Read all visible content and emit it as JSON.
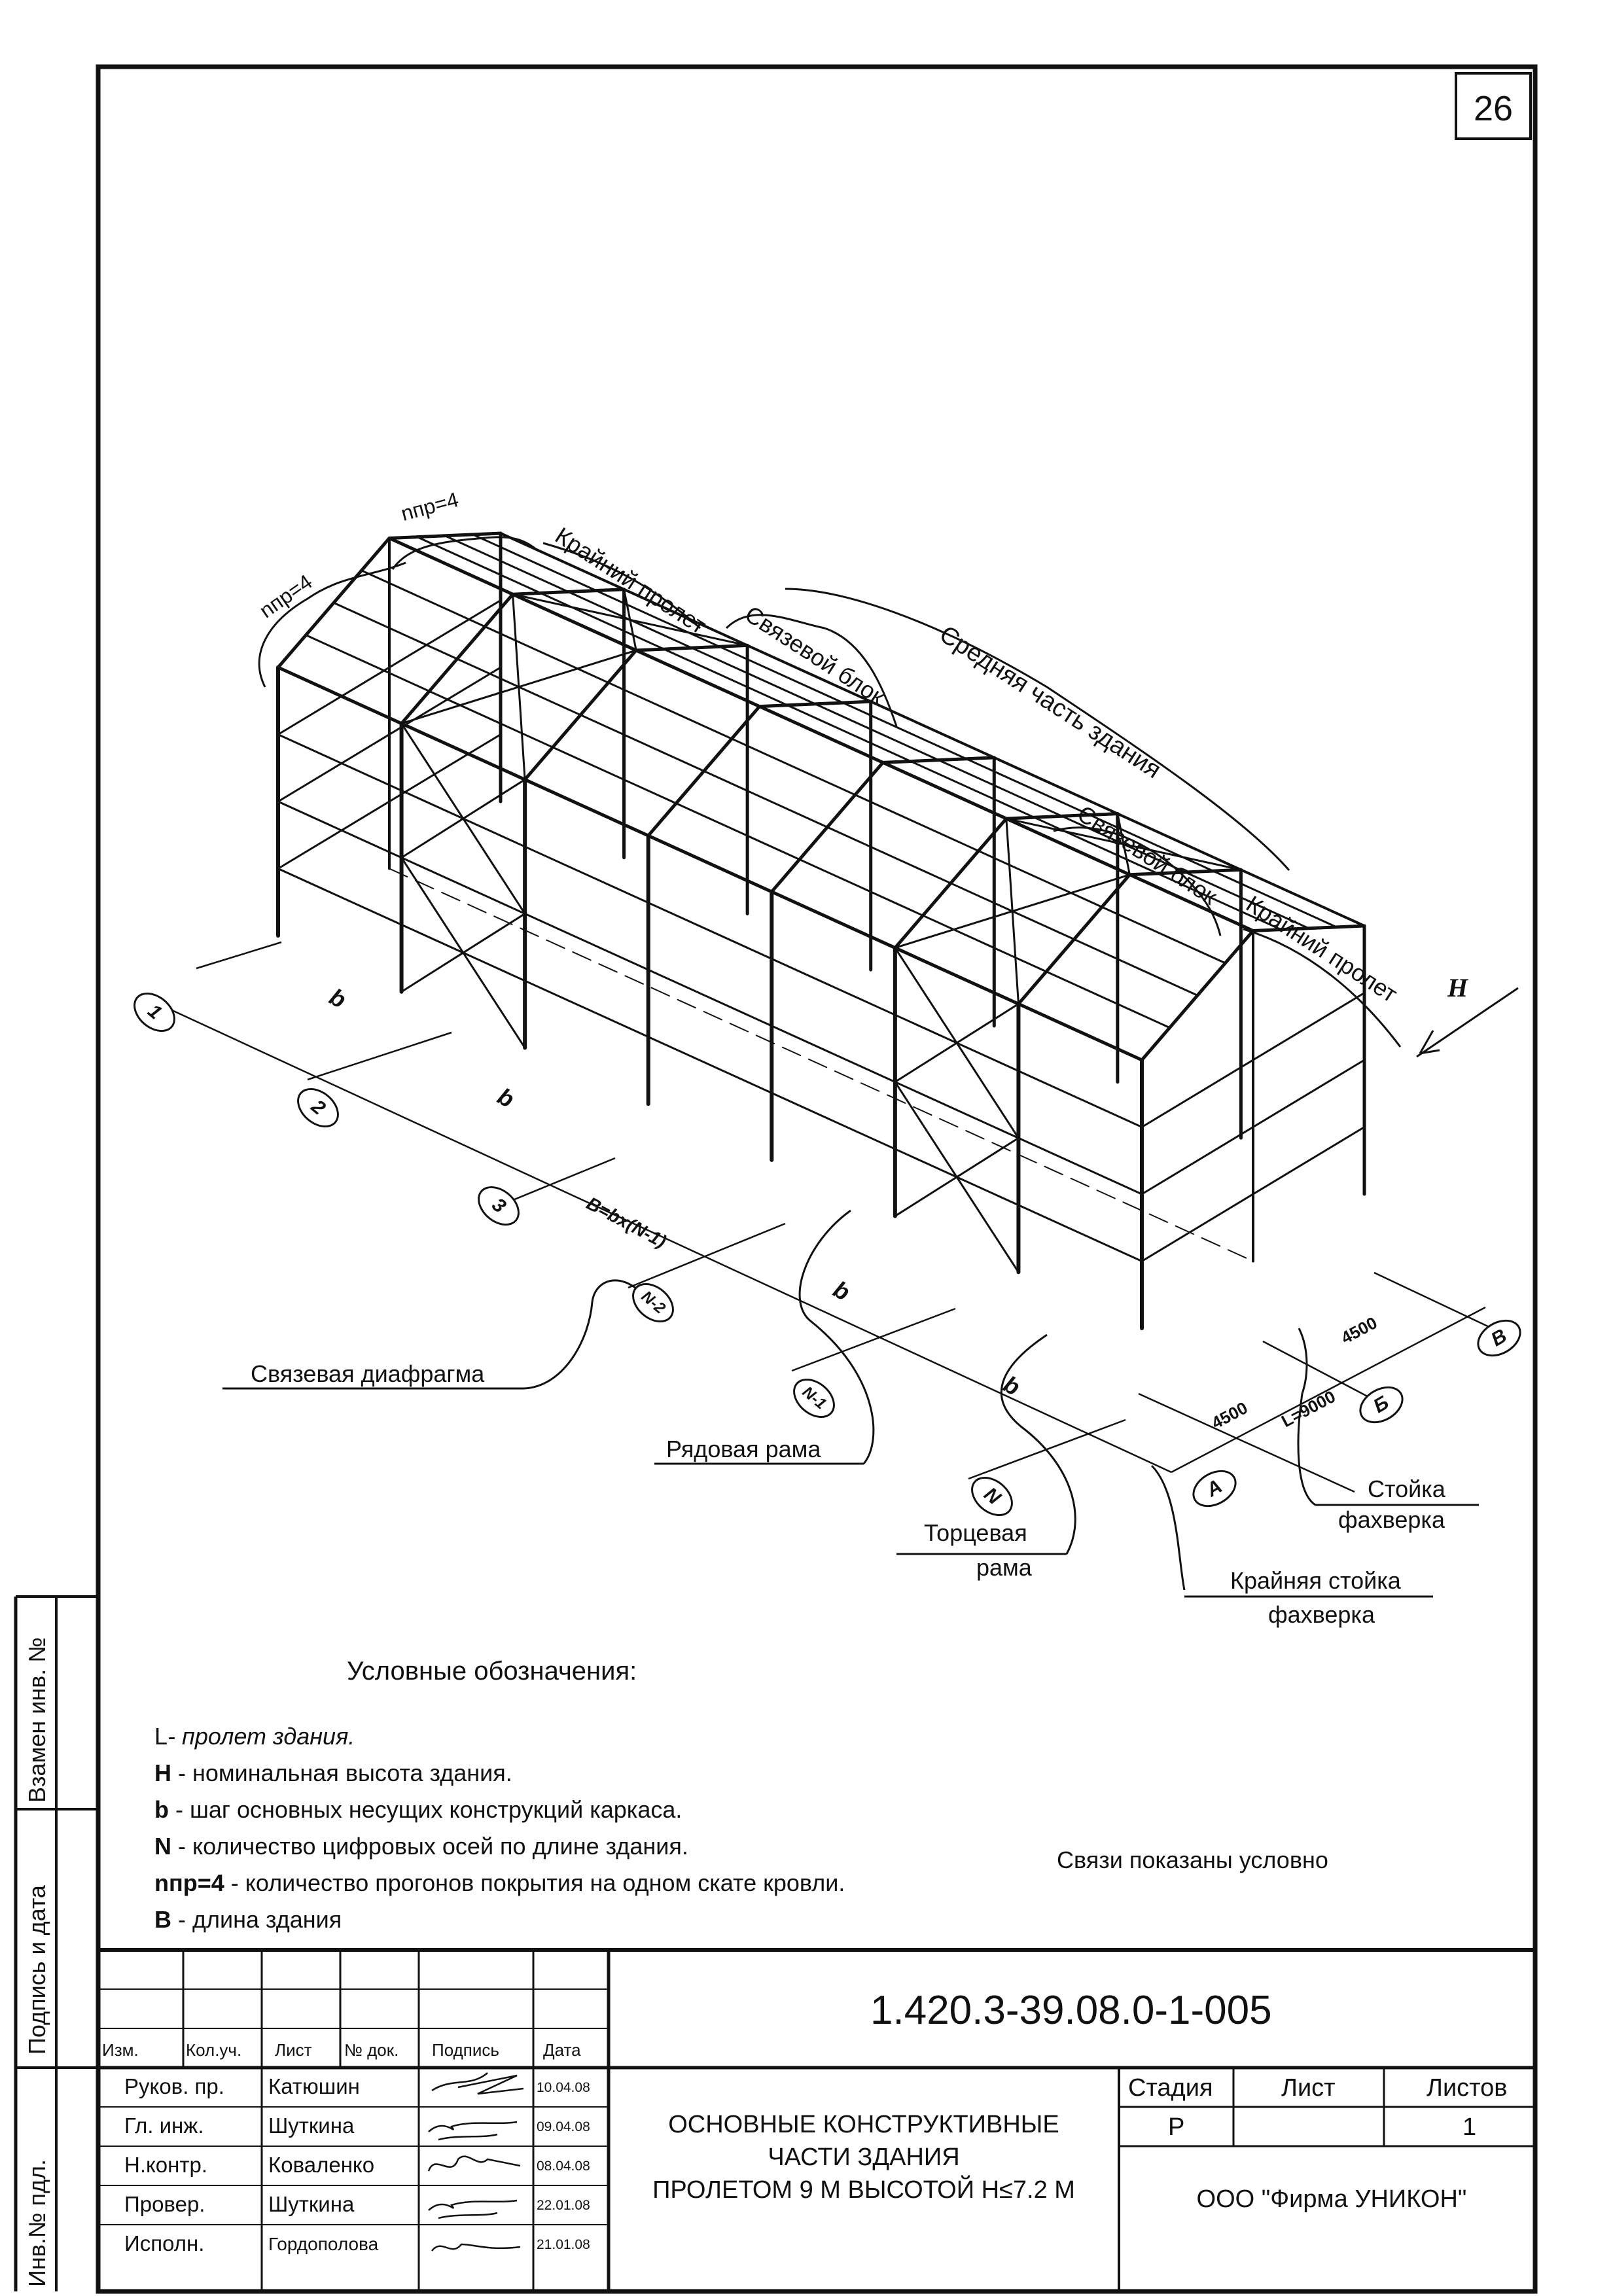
{
  "sheet_number": "26",
  "labels": {
    "npr_left": "nпр=4",
    "npr_top": "nпр=4",
    "end_span_1": "Крайний пролет",
    "brace_block_1": "Связевой блок",
    "middle_part": "Средняя часть здания",
    "brace_block_2": "Связевой блок",
    "end_span_2": "Крайний пролет",
    "height_H": "H",
    "dim_b1": "b",
    "dim_b2": "b",
    "dim_B": "B=bx(N-1)",
    "dim_b3": "b",
    "dim_b4": "b",
    "dim_4500a": "4500",
    "dim_4500b": "4500",
    "dim_L": "L=9000",
    "brace_diaphragm": "Связевая диафрагма",
    "ordinary_frame": "Рядовая рама",
    "end_frame_line1": "Торцевая",
    "end_frame_line2": "рама",
    "fachwerk_post_line1": "Стойка",
    "fachwerk_post_line2": "фахверка",
    "edge_fachwerk_post_line1": "Крайняя стойка",
    "edge_fachwerk_post_line2": "фахверка"
  },
  "axes": {
    "a1": "1",
    "a2": "2",
    "a3": "3",
    "aN2": "N-2",
    "aN1": "N-1",
    "aN": "N",
    "aA": "A",
    "aB_cyr": "Б",
    "aB": "B"
  },
  "legend": {
    "title": "Условные обозначения:",
    "items": [
      {
        "key": "L",
        "text": "- пролет здания."
      },
      {
        "key": "H",
        "text": " - номинальная высота здания."
      },
      {
        "key": "b",
        "text": " - шаг основных несущих конструкций каркаса."
      },
      {
        "key": "N",
        "text": " - количество цифровых осей по длине здания."
      },
      {
        "key": "nпр=4",
        "text": " - количество прогонов покрытия на одном скате кровли."
      },
      {
        "key": "B",
        "text": " - длина здания"
      }
    ],
    "note": "Связи показаны условно"
  },
  "side_stamp": {
    "replaced": "Взамен инв. №",
    "sign_date": "Подпись и дата",
    "inv_orig": "Инв.№ пдл."
  },
  "title_block": {
    "code": "1.420.3-39.08.0-1-005",
    "headers": {
      "izm": "Изм.",
      "kol": "Кол.уч.",
      "list": "Лист",
      "ndoc": "№ док.",
      "sign": "Подпись",
      "date": "Дата"
    },
    "rows": [
      {
        "role": "Руков. пр.",
        "name": "Катюшин",
        "date": "10.04.08"
      },
      {
        "role": "Гл. инж.",
        "name": "Шуткина",
        "date": "09.04.08"
      },
      {
        "role": "Н.контр.",
        "name": "Коваленко",
        "date": "08.04.08"
      },
      {
        "role": "Провер.",
        "name": "Шуткина",
        "date": "22.01.08"
      },
      {
        "role": "Исполн.",
        "name": "Гордополова",
        "date": "21.01.08"
      }
    ],
    "title_line1": "ОСНОВНЫЕ КОНСТРУКТИВНЫЕ",
    "title_line2": "ЧАСТИ ЗДАНИЯ",
    "title_line3": "ПРОЛЕТОМ 9 М ВЫСОТОЙ H≤7.2 М",
    "stage_header": "Стадия",
    "sheet_header": "Лист",
    "sheets_header": "Листов",
    "stage_value": "Р",
    "sheets_value": "1",
    "company": "ООО \"Фирма УНИКОН\""
  }
}
